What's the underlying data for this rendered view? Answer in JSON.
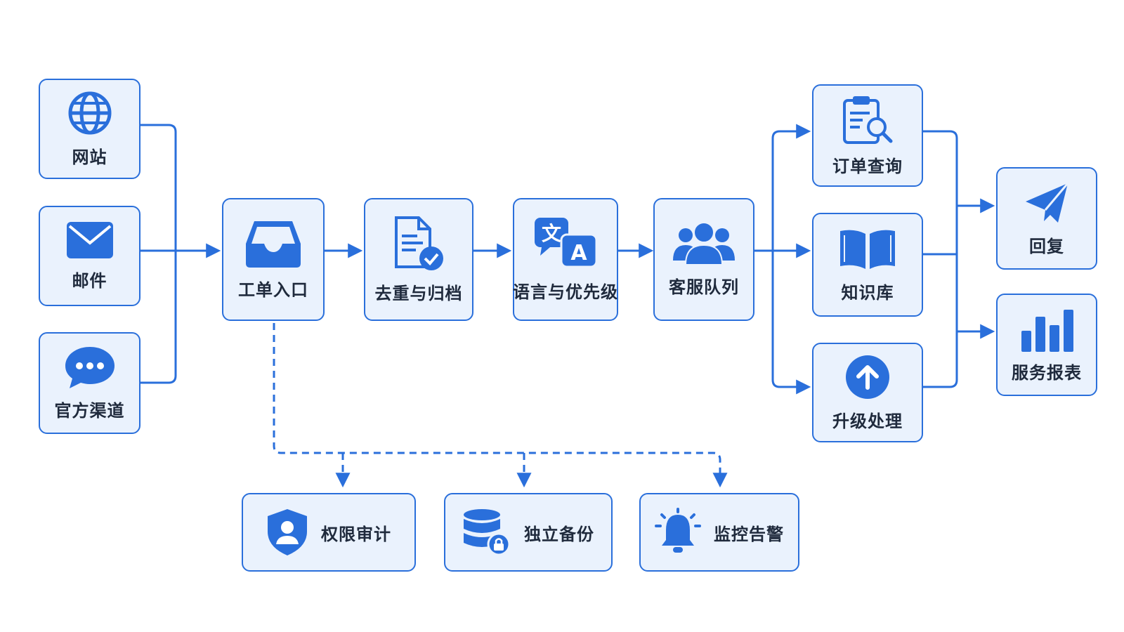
{
  "colors": {
    "accent": "#2a6fdb",
    "node_fill": "#eaf2fd",
    "text": "#1f2a3c"
  },
  "sources": {
    "website": "网站",
    "email": "邮件",
    "official_channel": "官方渠道"
  },
  "pipeline": {
    "ticket_entry": "工单入口",
    "dedup_archive": "去重与归档",
    "language_priority": "语言与优先级",
    "service_queue": "客服队列"
  },
  "branches": {
    "order_query": "订单查询",
    "knowledge_base": "知识库",
    "escalation": "升级处理"
  },
  "outputs": {
    "reply": "回复",
    "service_report": "服务报表"
  },
  "support": {
    "permission_audit": "权限审计",
    "independent_backup": "独立备份",
    "monitoring_alert": "监控告警"
  },
  "icons": {
    "website": "globe-icon",
    "email": "envelope-icon",
    "official_channel": "chat-bubble-icon",
    "ticket_entry": "inbox-tray-icon",
    "dedup_archive": "document-check-icon",
    "language_priority": "translate-icon",
    "service_queue": "people-group-icon",
    "order_query": "clipboard-search-icon",
    "knowledge_base": "open-book-icon",
    "escalation": "arrow-up-circle-icon",
    "reply": "paper-plane-icon",
    "service_report": "bar-chart-icon",
    "permission_audit": "shield-user-icon",
    "independent_backup": "database-lock-icon",
    "monitoring_alert": "bell-icon"
  }
}
